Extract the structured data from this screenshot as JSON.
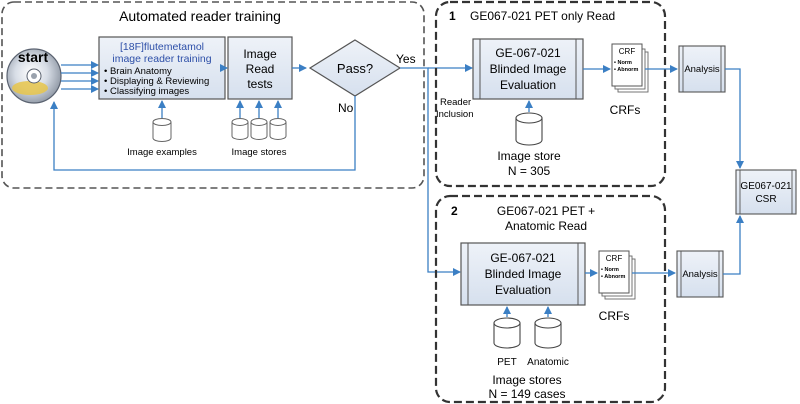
{
  "training": {
    "title": "Automated reader training",
    "start_label": "start",
    "training_box": {
      "title_line1": "[18F]flutemetamol",
      "title_line2": "image reader training",
      "bullets": [
        "Brain Anatomy",
        "Displaying & Reviewing",
        "Classifying images"
      ]
    },
    "read_tests": {
      "line1": "Image",
      "line2": "Read",
      "line3": "tests"
    },
    "decision": "Pass?",
    "yes_label": "Yes",
    "no_label": "No",
    "image_examples_label": "Image examples",
    "image_stores_label": "Image stores"
  },
  "reader_inclusion": {
    "line1": "Reader",
    "line2": "Inclusion"
  },
  "read1": {
    "number": "1",
    "title": "GE067-021 PET only Read",
    "eval_box": {
      "line1": "GE-067-021",
      "line2": "Blinded Image",
      "line3": "Evaluation"
    },
    "store_line1": "Image store",
    "store_line2": "N = 305",
    "crf": {
      "title": "CRF",
      "item1": "Norm",
      "item2": "Abnorm"
    },
    "crfs_label": "CRFs",
    "analysis_label": "Analysis"
  },
  "read2": {
    "number": "2",
    "title_line1": "GE067-021 PET +",
    "title_line2": "Anatomic Read",
    "eval_box": {
      "line1": "GE-067-021",
      "line2": "Blinded Image",
      "line3": "Evaluation"
    },
    "pet_label": "PET",
    "anatomic_label": "Anatomic",
    "stores_line1": "Image stores",
    "stores_line2": "N = 149 cases",
    "crf": {
      "title": "CRF",
      "item1": "Norm",
      "item2": "Abnorm"
    },
    "crfs_label": "CRFs",
    "analysis_label": "Analysis"
  },
  "csr": {
    "line1": "GE067-021",
    "line2": "CSR"
  },
  "colors": {
    "arrow": "#3b7fc4",
    "box_fill": "#dde6f3",
    "box_stroke": "#555555",
    "link_text": "#2d4fa8"
  }
}
